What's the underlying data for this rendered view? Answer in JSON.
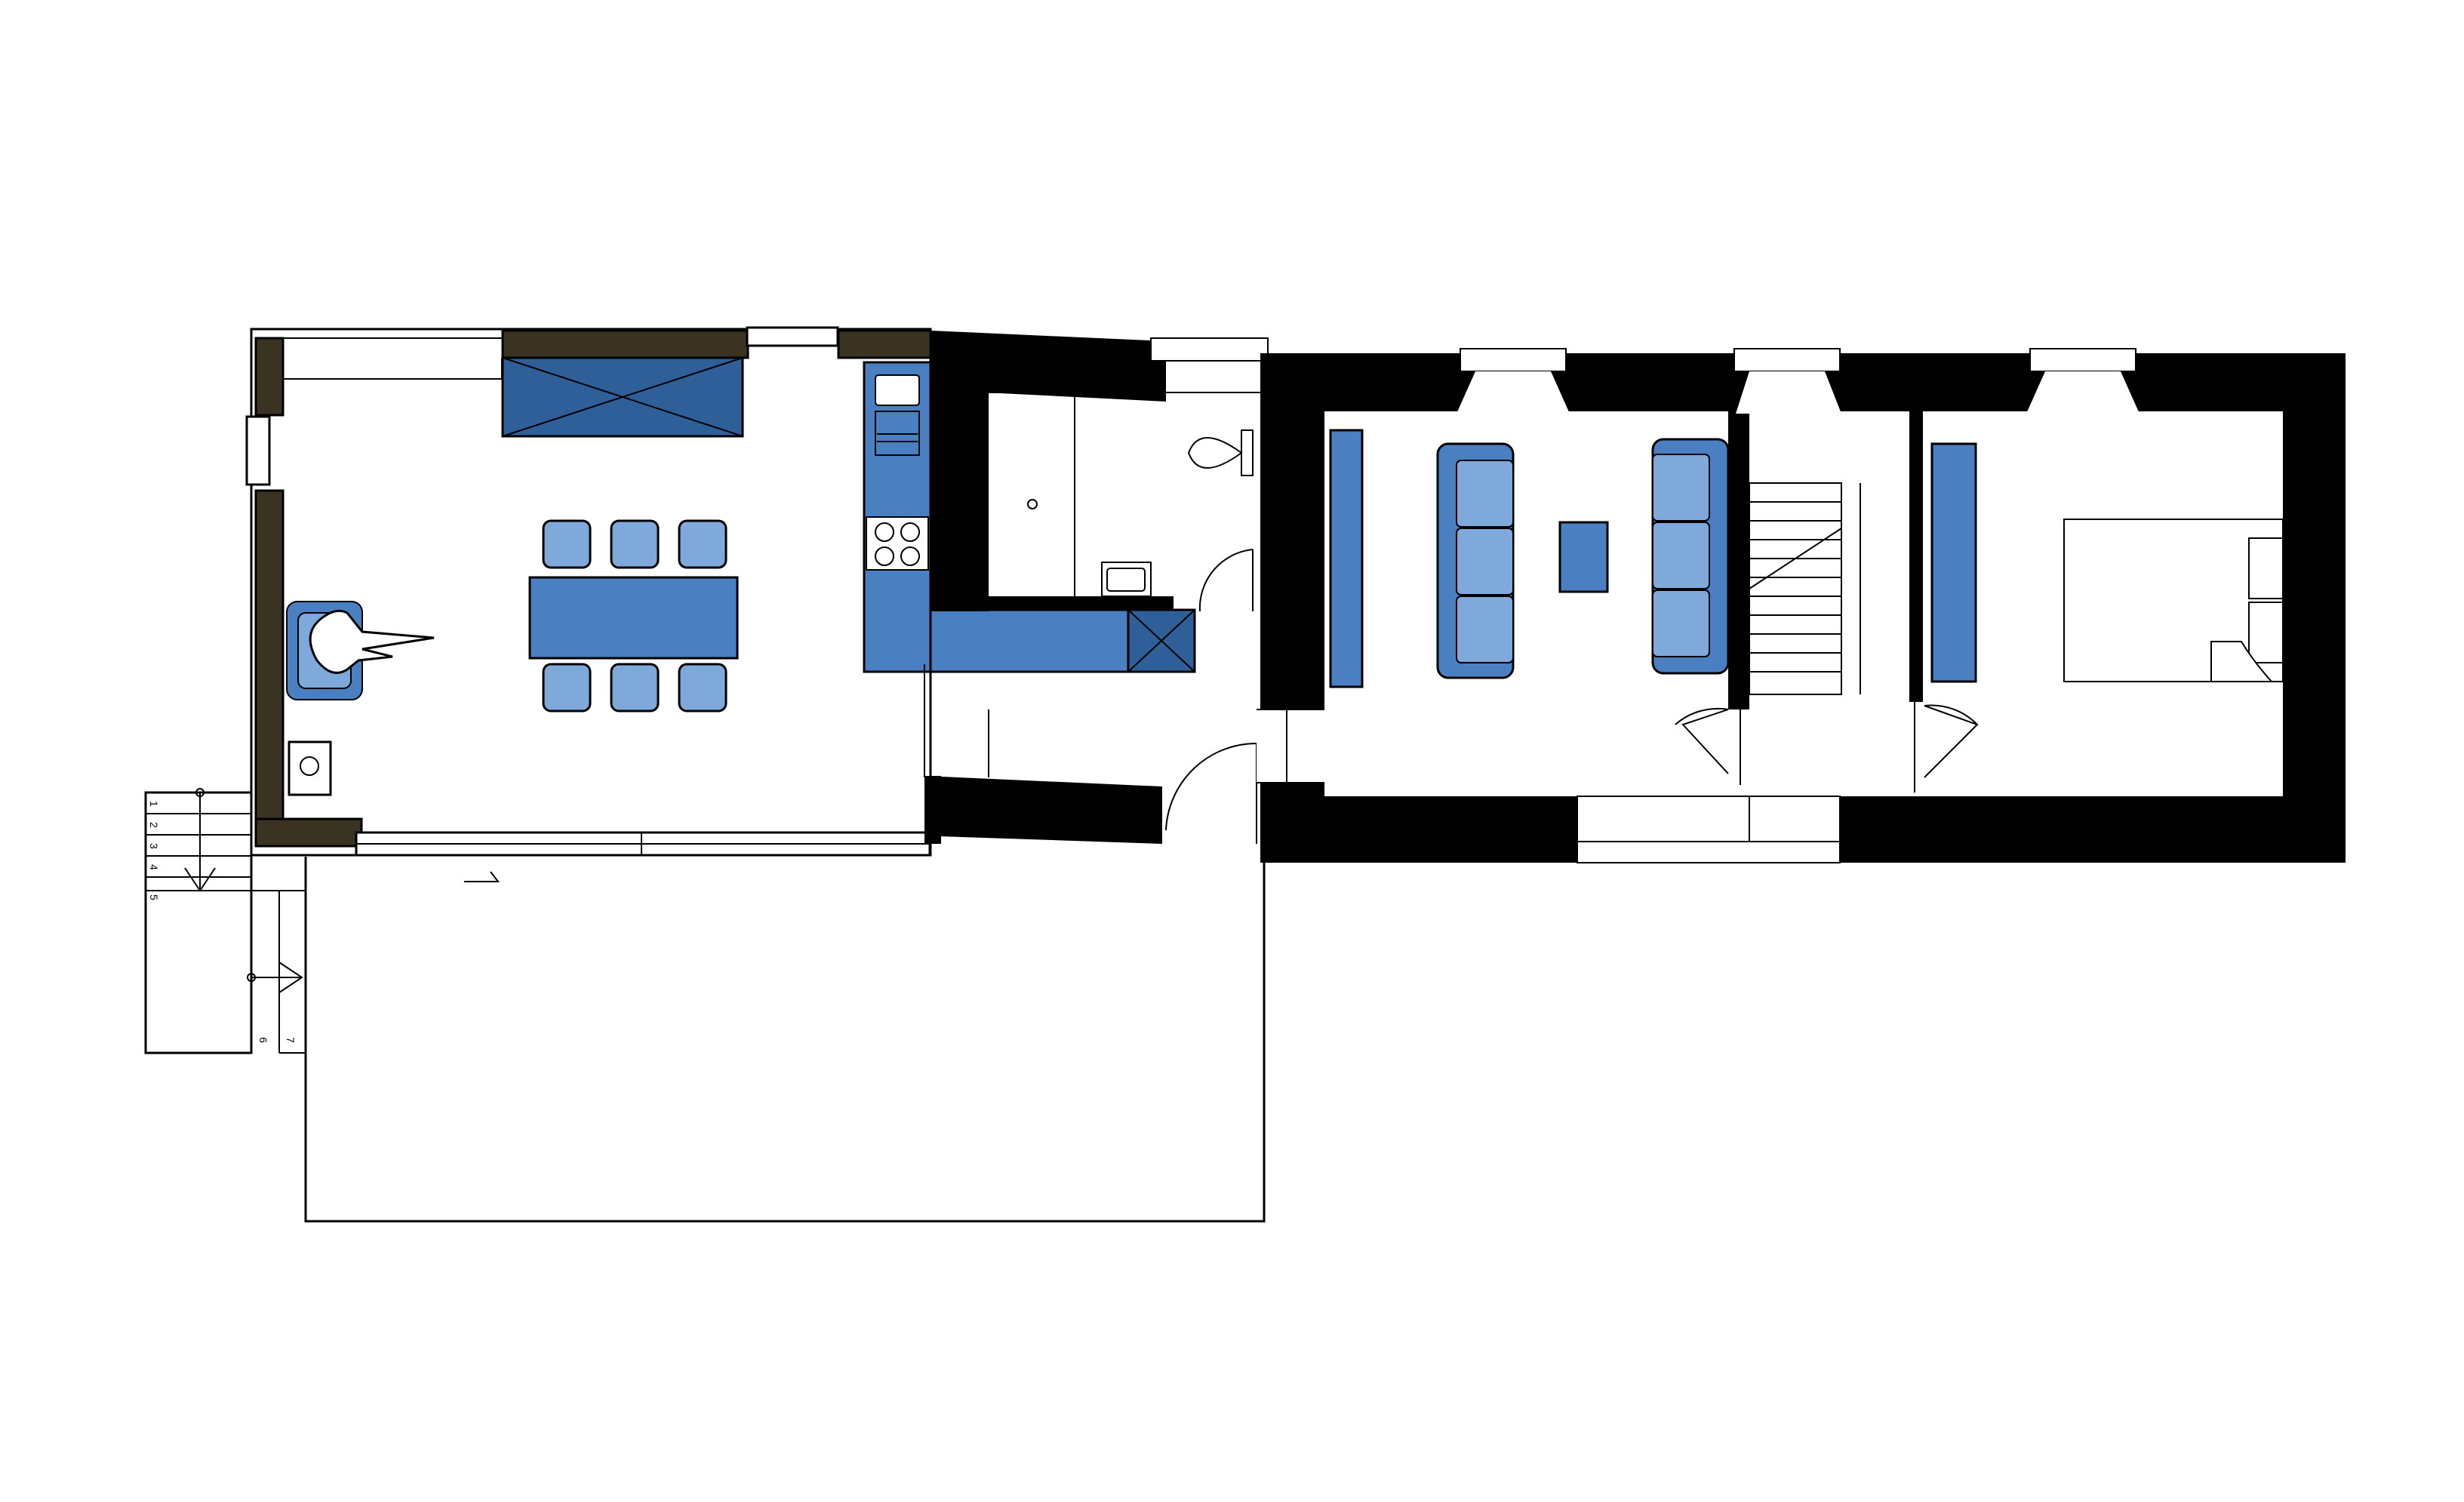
{
  "colors": {
    "wall": "#000000",
    "furniture_dark": "#2f5f99",
    "furniture_mid": "#4a7fc1",
    "furniture_light": "#7fa9db",
    "insulation": "#3a3322"
  },
  "stairs": {
    "step_labels": [
      "1",
      "2",
      "3",
      "4",
      "5",
      "6",
      "7"
    ]
  }
}
